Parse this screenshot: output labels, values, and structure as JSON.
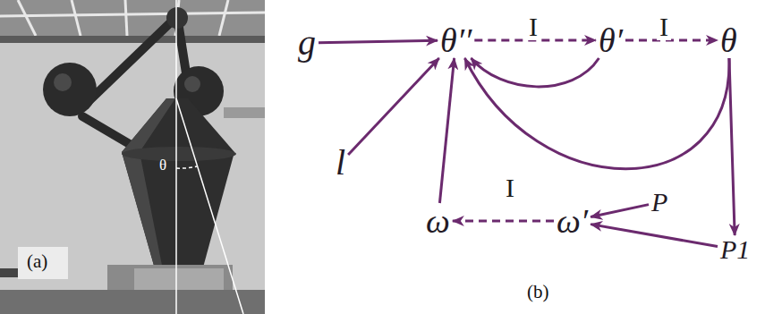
{
  "diagram": {
    "nodes": [
      {
        "text": [
          "g"
        ]
      },
      {
        "text": [
          "θ′′"
        ]
      },
      {
        "text": [
          "θ′"
        ]
      },
      {
        "text": [
          "θ"
        ]
      },
      {
        "text": [
          "l"
        ]
      },
      {
        "text": [
          "P"
        ]
      },
      {
        "text": [
          "ω"
        ]
      },
      {
        "text": [
          "ω′"
        ]
      },
      {
        "text": [
          "P1"
        ]
      }
    ],
    "edges": [
      {
        "from": 0,
        "to": 1,
        "arrow": "to"
      },
      {
        "from": 1,
        "to": 2,
        "label": "I",
        "arrow": "to"
      },
      {
        "from": 2,
        "to": 3,
        "label": "I",
        "arrow": "to"
      },
      {
        "from": 2,
        "to": 1,
        "arrow": "to"
      },
      {
        "from": 3,
        "to": 1,
        "arrow": "to"
      },
      {
        "from": 4,
        "to": 1,
        "arrow": "to"
      },
      {
        "from": 6,
        "to": 1,
        "arrow": "to"
      },
      {
        "from": 3,
        "to": 8,
        "arrow": "to"
      },
      {
        "from": 8,
        "to": 7,
        "arrow": "to"
      },
      {
        "from": 5,
        "to": 7,
        "arrow": "to"
      },
      {
        "from": 7,
        "to": 6,
        "label": "I",
        "arrow": "to"
      }
    ],
    "labels": [
      "θ",
      "(a)",
      "(b)"
    ]
  }
}
